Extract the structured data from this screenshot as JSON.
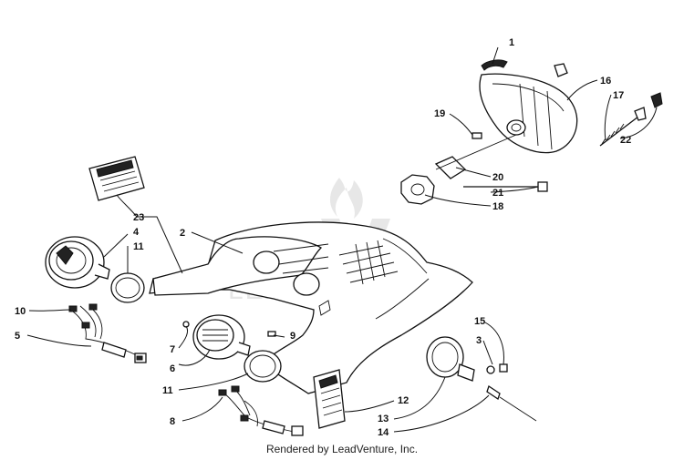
{
  "watermark": {
    "logo_icon": "leadventure-flame-logo",
    "text": "LEADVENTURE"
  },
  "credit": "Rendered by LeadVenture, Inc.",
  "callouts": [
    "1",
    "2",
    "3",
    "4",
    "5",
    "6",
    "7",
    "8",
    "9",
    "10",
    "11",
    "11",
    "12",
    "13",
    "14",
    "15",
    "16",
    "17",
    "18",
    "19",
    "20",
    "21",
    "22",
    "23"
  ]
}
